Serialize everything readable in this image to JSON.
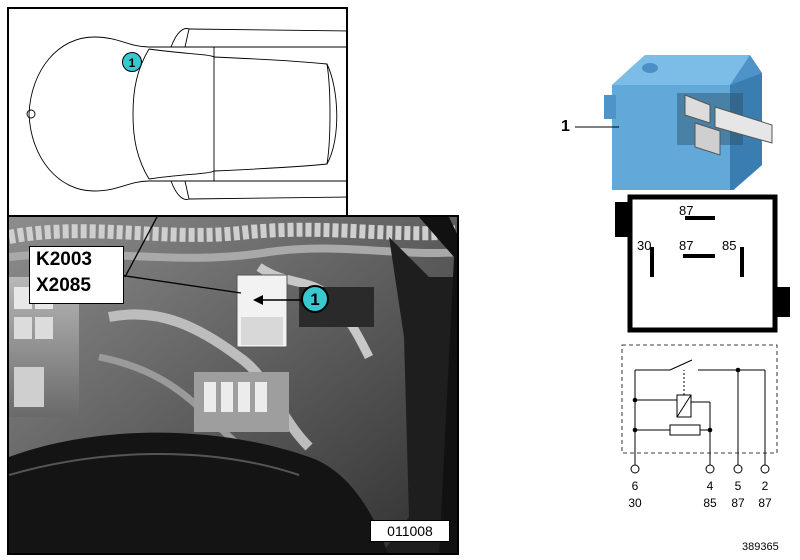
{
  "car_view": {
    "callout": "1"
  },
  "photo_view": {
    "callout": "1",
    "labels": [
      "K2003",
      "X2085"
    ],
    "photo_number": "011008"
  },
  "part": {
    "number": "1",
    "color": "#62a9da"
  },
  "pinout": {
    "labels": [
      "87",
      "30",
      "87",
      "85"
    ]
  },
  "schematic": {
    "pins": [
      {
        "number": "6",
        "terminal": "30"
      },
      {
        "number": "4",
        "terminal": "85"
      },
      {
        "number": "5",
        "terminal": "87"
      },
      {
        "number": "2",
        "terminal": "87"
      }
    ]
  },
  "diagram_number": "389365",
  "colors": {
    "callout": "#37c9cf",
    "relay_body": "#62a9da"
  }
}
